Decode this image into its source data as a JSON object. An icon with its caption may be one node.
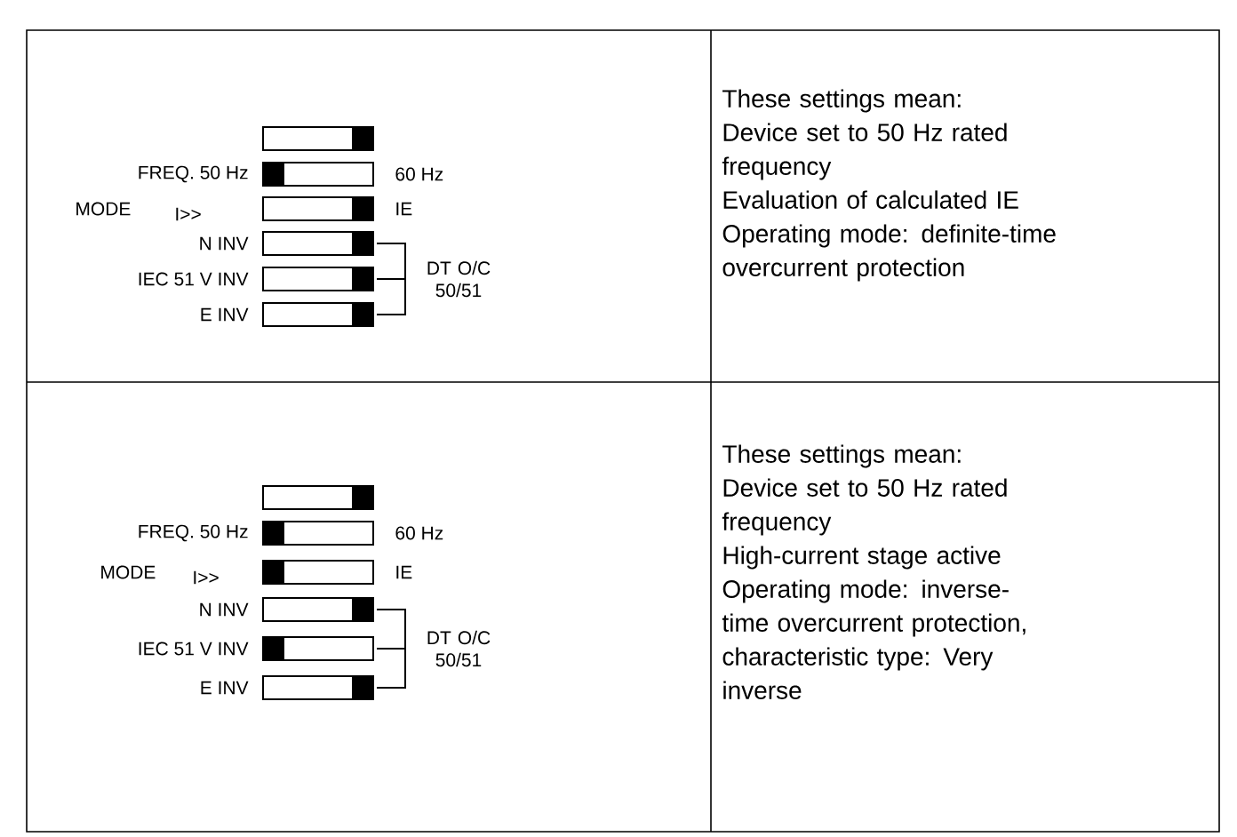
{
  "diagram": {
    "labels": [
      "FREQ. 50 Hz",
      "60 Hz",
      "MODE",
      "I>>",
      "IE",
      "N INV",
      "IEC 51 V INV",
      "DT O/C 50/51",
      "E INV",
      "These settings mean:",
      "Device set to 50 Hz rated frequency",
      "Evaluation of calculated IE",
      "Operating mode: definite-time overcurrent protection",
      "FREQ. 50 Hz",
      "60 Hz",
      "MODE",
      "I>>",
      "IE",
      "N INV",
      "IEC 51 V INV",
      "DT O/C 50/51",
      "E INV",
      "These settings mean:",
      "Device set to 50 Hz rated frequency",
      "High-current stage active",
      "Operating mode: inverse-time overcurrent protection, characteristic type: Very inverse"
    ]
  }
}
